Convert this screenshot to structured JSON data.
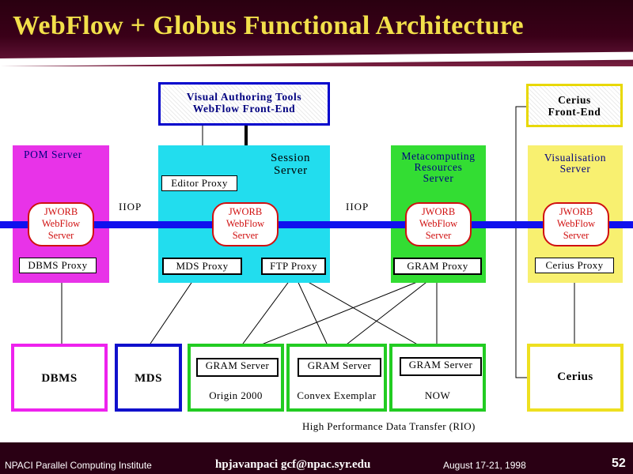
{
  "slide": {
    "title": "WebFlow + Globus Functional Architecture",
    "colors": {
      "title_text": "#f2e04a",
      "title_bar": "#3a0018",
      "bus": "#1010ee",
      "jworb_text": "#d01010"
    }
  },
  "top": {
    "visual_authoring": "Visual  Authoring  Tools",
    "webflow_frontend": "WebFlow   Front-End",
    "cerius_frontend_line1": "Cerius",
    "cerius_frontend_line2": "Front-End"
  },
  "servers": {
    "pom": "POM  Server",
    "session_line1": "Session",
    "session_line2": "Server",
    "meta_line1": "Metacomputing",
    "meta_line2": "Resources",
    "meta_line3": "Server",
    "vis_line1": "Visualisation",
    "vis_line2": "Server"
  },
  "proxies": {
    "editor": "Editor   Proxy",
    "dbms": "DBMS Proxy",
    "mds": "MDS  Proxy",
    "ftp": "FTP  Proxy",
    "gram": "GRAM  Proxy",
    "cerius": "Cerius   Proxy"
  },
  "jworb": {
    "name": "JWORB",
    "line2": "WebFlow",
    "line3": "Server"
  },
  "bus": {
    "iiop_label": "IIOP"
  },
  "bottom": {
    "dbms": "DBMS",
    "mds": "MDS",
    "gram_server": "GRAM  Server",
    "origin": "Origin   2000",
    "convex": "Convex   Exemplar",
    "now": "NOW",
    "cerius": "Cerius",
    "hpdt": "High  Performance  Data  Transfer  (RIO)"
  },
  "footer": {
    "institute": "NPACI Parallel Computing Institute",
    "authors": "hpjavanpaci  gcf@npac.syr.edu",
    "date": "August 17-21, 1998",
    "page": "52"
  }
}
